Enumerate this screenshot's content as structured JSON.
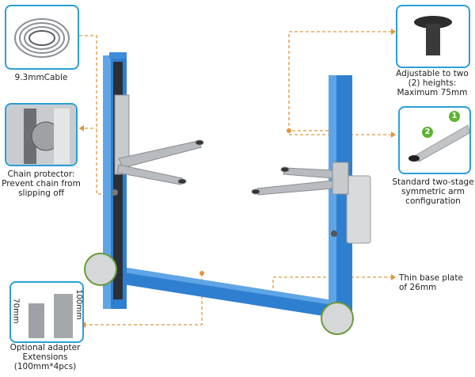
{
  "callouts": {
    "cable": {
      "caption": "9.3mmCable",
      "icon": "cable-coil-icon"
    },
    "chain": {
      "caption": [
        "Chain protector:",
        "Prevent chain from",
        "slipping off"
      ],
      "icon": "chain-icon"
    },
    "adapter": {
      "caption": [
        "Optional adapter",
        "Extensions",
        "(100mm*4pcs)"
      ],
      "dim_short": "70mm",
      "dim_tall": "100mm",
      "icon": "adapter-icon"
    },
    "height": {
      "caption": [
        "Adjustable to two",
        "(2) heights:",
        "Maximum 75mm"
      ],
      "icon": "lift-pad-icon"
    },
    "arm": {
      "caption": [
        "Standard two-stage",
        "symmetric arm",
        "configuration"
      ],
      "stage1": "1",
      "stage2": "2",
      "icon": "arm-icon"
    },
    "base": {
      "caption": [
        "Thin base plate",
        "of 26mm"
      ]
    }
  },
  "colors": {
    "frame": "#2a9fd6",
    "leader": "#e0963a",
    "post": "#2f7fd0",
    "badge": "#5cb531"
  }
}
